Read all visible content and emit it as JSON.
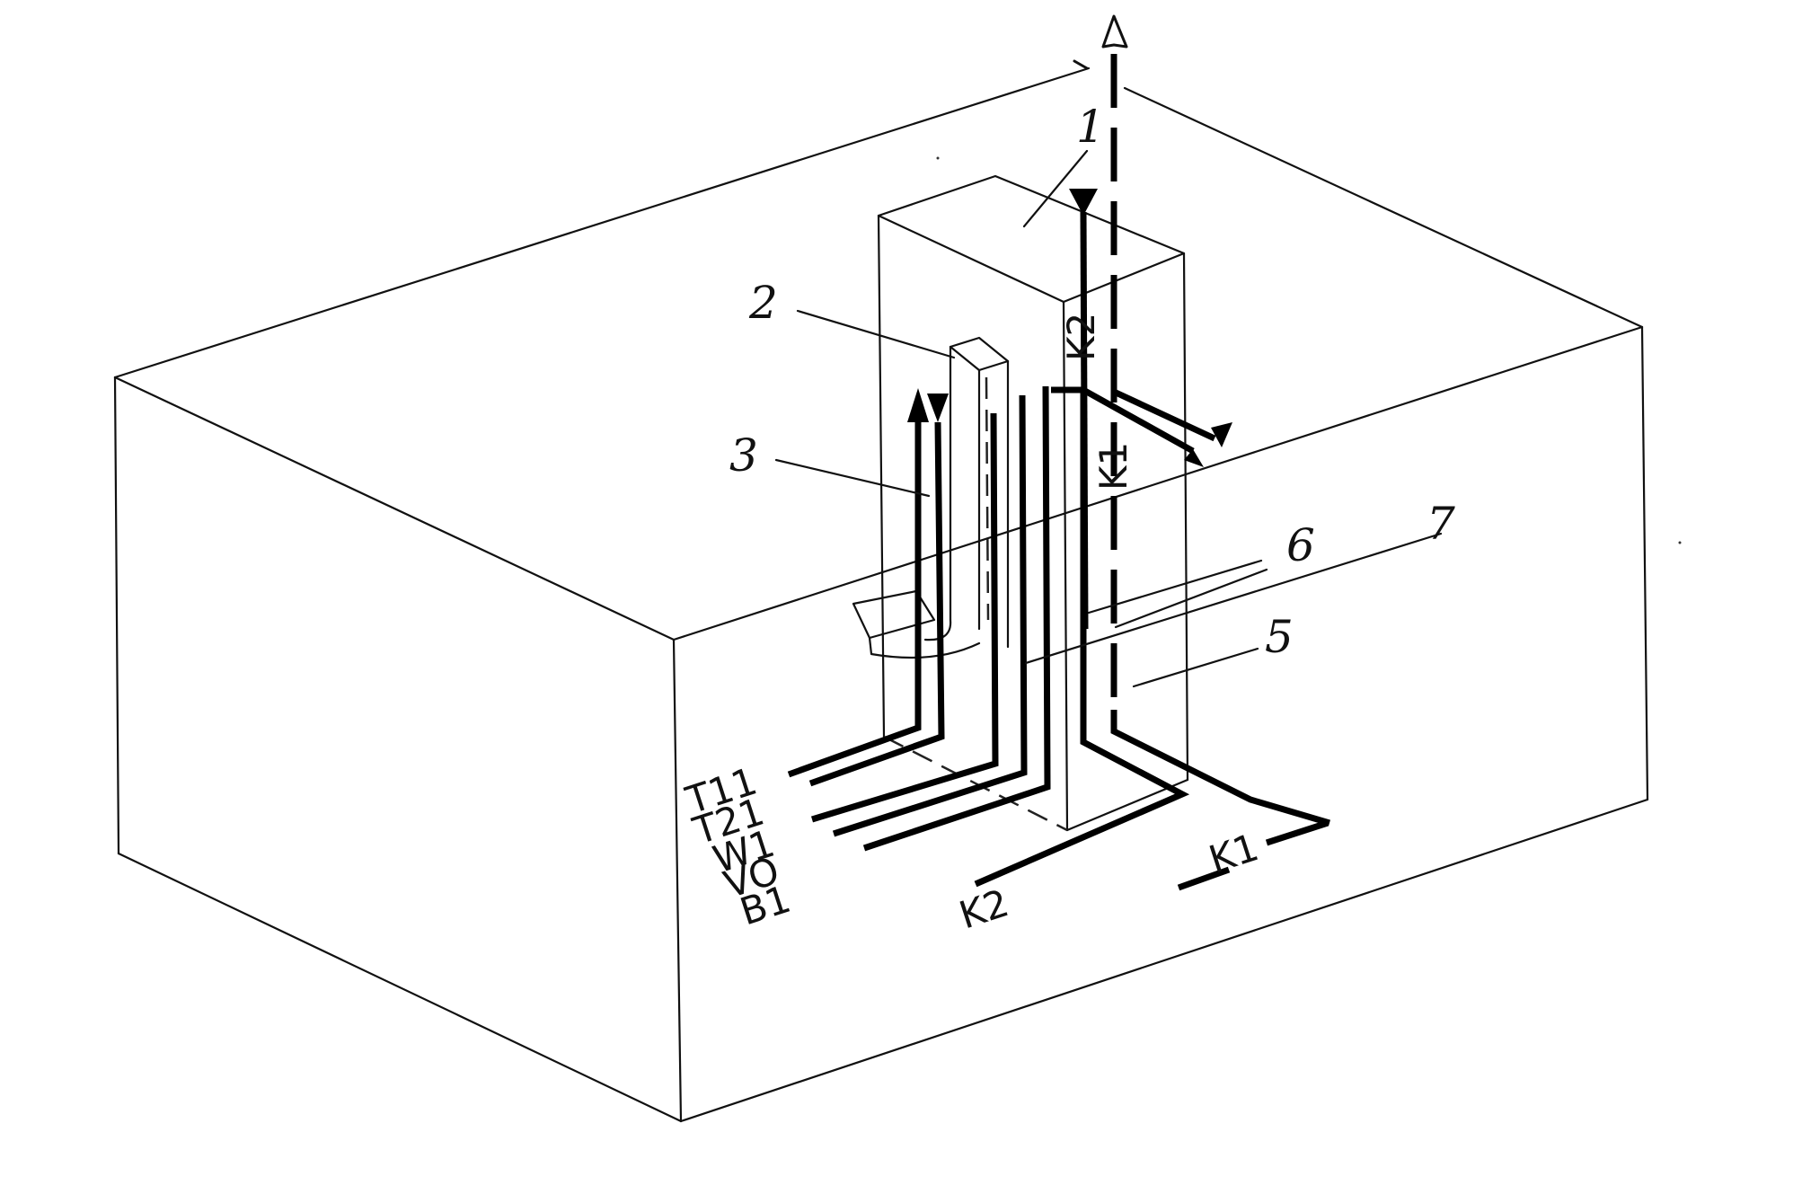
{
  "diagram": {
    "callouts": [
      "1",
      "2",
      "3",
      "5",
      "6",
      "7"
    ],
    "line_labels_left": [
      "T11",
      "T21",
      "W1",
      "VO",
      "B1"
    ],
    "line_labels_right": [
      "K2",
      "K1"
    ],
    "shaft_labels": [
      "K2",
      "K1"
    ]
  }
}
